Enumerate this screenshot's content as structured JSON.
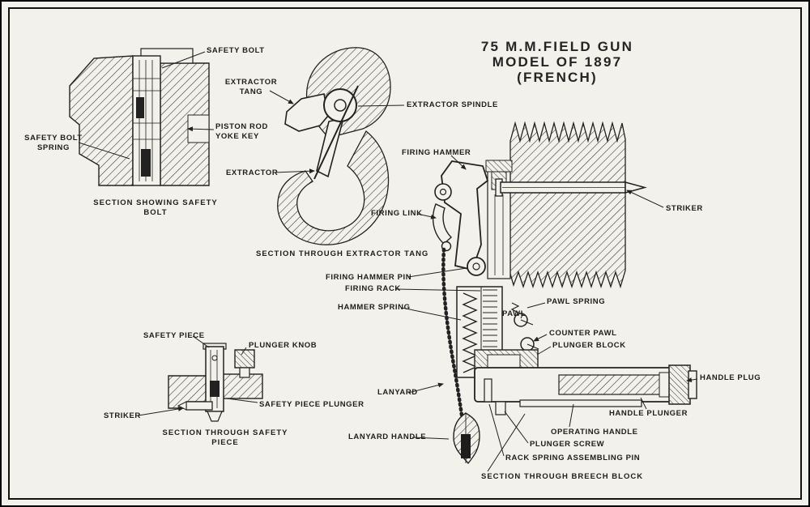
{
  "colors": {
    "ink": "#1c1c1c",
    "paper": "#f2f1ec"
  },
  "title": {
    "line1": "75 M.M.FIELD GUN",
    "line2": "MODEL OF 1897",
    "line3": "(FRENCH)"
  },
  "labels": {
    "safety_bolt": "SAFETY BOLT",
    "extractor_tang": "EXTRACTOR\nTANG",
    "extractor_spindle": "EXTRACTOR SPINDLE",
    "piston_rod_yoke_key": "PISTON ROD\nYOKE KEY",
    "safety_bolt_spring": "SAFETY BOLT\nSPRING",
    "extractor": "EXTRACTOR",
    "firing_hammer": "FIRING HAMMER",
    "striker": "STRIKER",
    "firing_link": "FIRING LINK",
    "firing_hammer_pin": "FIRING HAMMER PIN",
    "firing_rack": "FIRING RACK",
    "hammer_spring": "HAMMER SPRING",
    "pawl_spring": "PAWL SPRING",
    "pawl": "PAWL",
    "counter_pawl": "COUNTER PAWL",
    "plunger_block": "PLUNGER BLOCK",
    "handle_plug": "HANDLE PLUG",
    "handle_plunger": "HANDLE PLUNGER",
    "operating_handle": "OPERATING HANDLE",
    "plunger_screw": "PLUNGER SCREW",
    "rack_spring_assembling_pin": "RACK SPRING ASSEMBLING PIN",
    "lanyard": "LANYARD",
    "lanyard_handle": "LANYARD HANDLE",
    "safety_piece": "SAFETY PIECE",
    "plunger_knob": "PLUNGER KNOB",
    "safety_piece_plunger": "SAFETY PIECE PLUNGER",
    "striker_bottom": "STRIKER"
  },
  "captions": {
    "section_safety_bolt": "SECTION SHOWING SAFETY\nBOLT",
    "section_extractor_tang": "SECTION THROUGH EXTRACTOR TANG",
    "section_safety_piece": "SECTION THROUGH SAFETY\nPIECE",
    "section_breech_block": "SECTION THROUGH BREECH BLOCK"
  }
}
